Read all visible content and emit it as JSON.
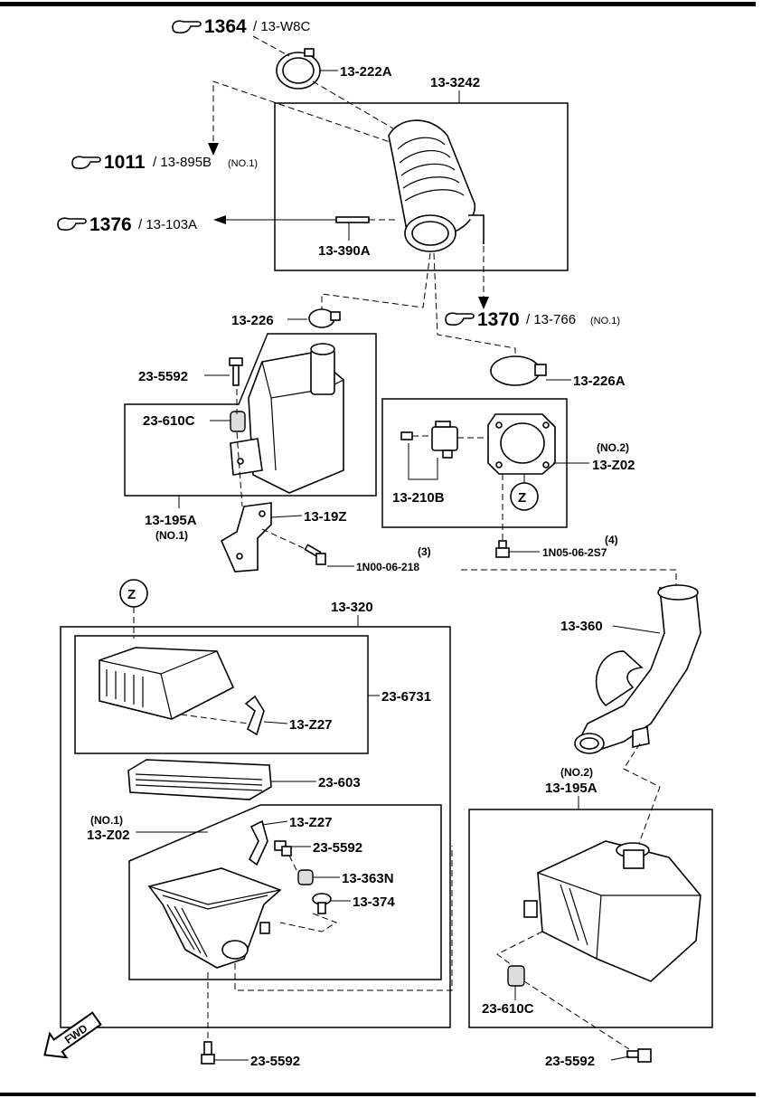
{
  "refs": {
    "r1364": {
      "num": "1364",
      "sub": "/ 13-W8C"
    },
    "r1011": {
      "num": "1011",
      "sub": "/ 13-895B",
      "note": "(NO.1)"
    },
    "r1376": {
      "num": "1376",
      "sub": "/ 13-103A"
    },
    "r1370": {
      "num": "1370",
      "sub": "/ 13-766",
      "note": "(NO.1)"
    }
  },
  "labels": {
    "p13_222A": "13-222A",
    "p13_3242": "13-3242",
    "p13_390A": "13-390A",
    "p13_226": "13-226",
    "p13_226A": "13-226A",
    "p23_5592_a": "23-5592",
    "p23_610C_a": "23-610C",
    "p13_195A_1": "13-195A",
    "p13_195A_1_note": "(NO.1)",
    "p13_19Z": "13-19Z",
    "p1N00_qty": "(3)",
    "p1N00": "1N00-06-218",
    "p13_210B": "13-210B",
    "p13_Z02_2_note": "(NO.2)",
    "p13_Z02_2": "13-Z02",
    "z_marker_top": "Z",
    "p1N05_qty": "(4)",
    "p1N05": "1N05-06-2S7",
    "z_marker_bottom": "Z",
    "p13_320": "13-320",
    "p23_6731": "23-6731",
    "p13_Z27_a": "13-Z27",
    "p23_603": "23-603",
    "p13_Z02_1_note": "(NO.1)",
    "p13_Z02_1": "13-Z02",
    "p13_Z27_b": "13-Z27",
    "p23_5592_b": "23-5592",
    "p13_363N": "13-363N",
    "p13_374": "13-374",
    "p23_5592_c": "23-5592",
    "p13_360": "13-360",
    "p13_195A_2_note": "(NO.2)",
    "p13_195A_2": "13-195A",
    "p23_610C_b": "23-610C",
    "p23_5592_d": "23-5592",
    "fwd": "FWD"
  },
  "icons": [
    "pointing-hand-icon",
    "fwd-arrow-icon"
  ]
}
